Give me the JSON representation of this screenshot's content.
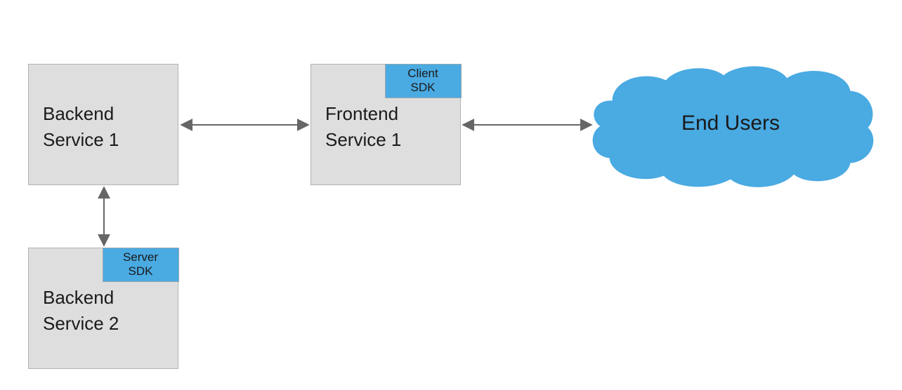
{
  "nodes": {
    "backend_1": {
      "label": "Backend\nService 1"
    },
    "frontend_1": {
      "label": "Frontend\nService 1",
      "badge": "Client\nSDK"
    },
    "backend_2": {
      "label": "Backend\nService 2",
      "badge": "Server\nSDK"
    },
    "end_users": {
      "label": "End Users"
    }
  },
  "edges": [
    {
      "from": "backend_1",
      "to": "frontend_1",
      "direction": "bidirectional"
    },
    {
      "from": "frontend_1",
      "to": "end_users",
      "direction": "bidirectional"
    },
    {
      "from": "backend_1",
      "to": "backend_2",
      "direction": "bidirectional"
    }
  ],
  "colors": {
    "node_fill": "#dedede",
    "node_border": "#b3b3b3",
    "sdk_badge": "#4aaae2",
    "cloud": "#4aaae2",
    "arrow": "#666666"
  }
}
